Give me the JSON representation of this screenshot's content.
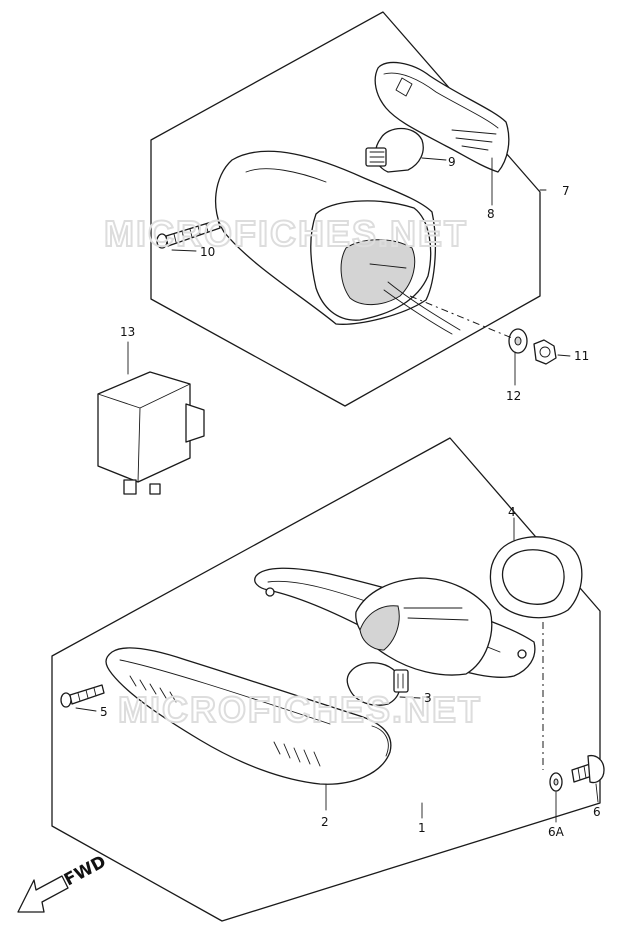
{
  "watermark": "MICROFICHES.NET",
  "fwd_label": "FWD",
  "callouts": {
    "p1": "1",
    "p2": "2",
    "p3": "3",
    "p4": "4",
    "p5": "5",
    "p6": "6",
    "p6a": "6A",
    "p7": "7",
    "p8": "8",
    "p9": "9",
    "p10": "10",
    "p11": "11",
    "p12": "12",
    "p13": "13"
  }
}
